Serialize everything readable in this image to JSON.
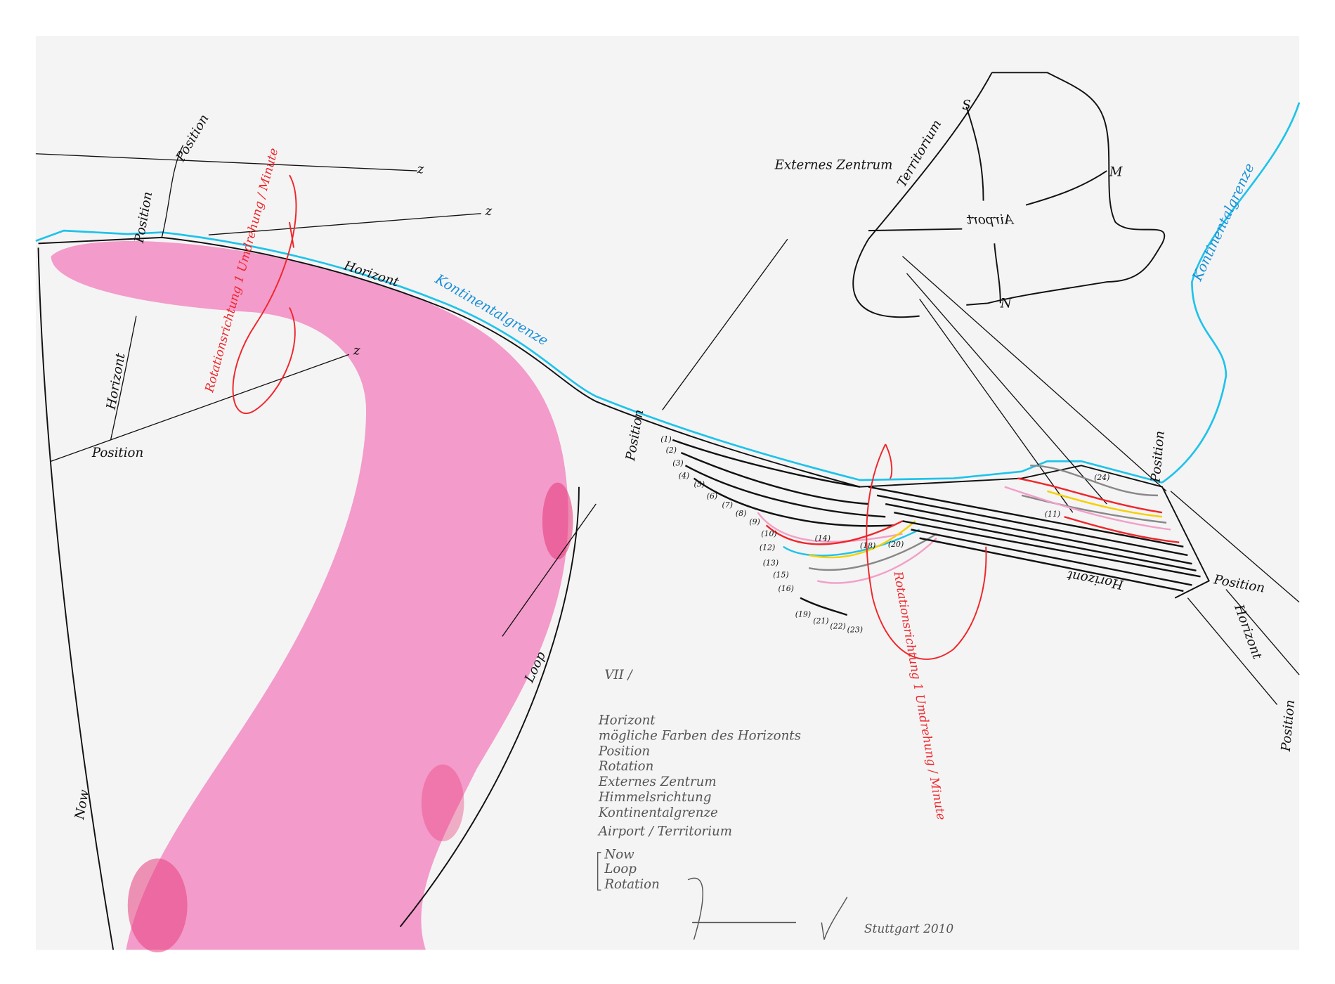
{
  "colors": {
    "paper": "#f4f4f4",
    "pink": "#f07ab8",
    "cyan": "#1ec3ea",
    "red": "#f0252a",
    "yellow": "#f5d000",
    "gray": "#888888",
    "pinkline": "#f2a0c8"
  },
  "labels": {
    "position": "Position",
    "horizont": "Horizont",
    "kontinentalgrenze": "Kontinentalgrenze",
    "rotation_left": "Rotationsrichtung 1 Umdrehung / Minute",
    "rotation_right": "Rotationsrichtung 1 Umdrehung / Minute",
    "externes_zentrum": "Externes Zentrum",
    "territorium": "Territorium",
    "airport": "Airport",
    "s": "S",
    "m": "M",
    "n": "N",
    "now": "Now",
    "loop": "Loop",
    "z": "z"
  },
  "contour_numbers": [
    "(1)",
    "(2)",
    "(3)",
    "(4)",
    "(5)",
    "(6)",
    "(7)",
    "(8)",
    "(9)",
    "(10)",
    "(12)",
    "(13)",
    "(15)",
    "(16)",
    "(19)",
    "(21)",
    "(22)",
    "(23)",
    "(14)",
    "(18)",
    "(20)",
    "(24)",
    "(11)"
  ],
  "legend": {
    "title": "VII /",
    "items": [
      "Horizont",
      "mögliche Farben des Horizonts",
      "Position",
      "Rotation",
      "Externes Zentrum",
      "Himmelsrichtung",
      "Kontinentalgrenze",
      "Airport / Territorium"
    ],
    "bracket_items": [
      "Now",
      "Loop",
      "Rotation"
    ]
  },
  "signature": "Stuttgart 2010"
}
